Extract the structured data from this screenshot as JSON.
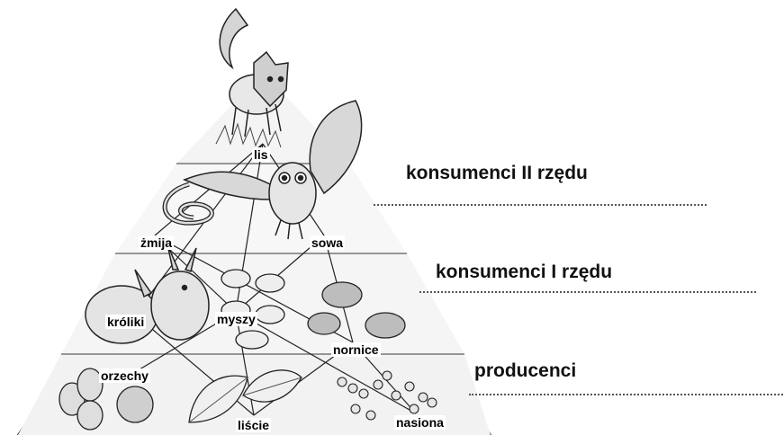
{
  "diagram": {
    "levels": [
      {
        "key": "konsumenci_2",
        "title": "konsumenci II rzędu"
      },
      {
        "key": "konsumenci_1",
        "title": "konsumenci I rzędu"
      },
      {
        "key": "producenci",
        "title": "producenci"
      }
    ],
    "organisms": {
      "lis": "lis",
      "zmija": "żmija",
      "sowa": "sowa",
      "kroliki": "króliki",
      "myszy": "myszy",
      "nornice": "nornice",
      "orzechy": "orzechy",
      "liscie": "liście",
      "nasiona": "nasiona"
    },
    "links": [
      [
        "lis",
        "zmija"
      ],
      [
        "lis",
        "sowa"
      ],
      [
        "lis",
        "kroliki"
      ],
      [
        "lis",
        "myszy"
      ],
      [
        "zmija",
        "myszy"
      ],
      [
        "sowa",
        "myszy"
      ],
      [
        "sowa",
        "nornice"
      ],
      [
        "zmija",
        "nornice"
      ],
      [
        "kroliki",
        "liscie"
      ],
      [
        "myszy",
        "orzechy"
      ],
      [
        "myszy",
        "liscie"
      ],
      [
        "myszy",
        "nasiona"
      ],
      [
        "nornice",
        "nasiona"
      ],
      [
        "nornice",
        "liscie"
      ]
    ]
  }
}
